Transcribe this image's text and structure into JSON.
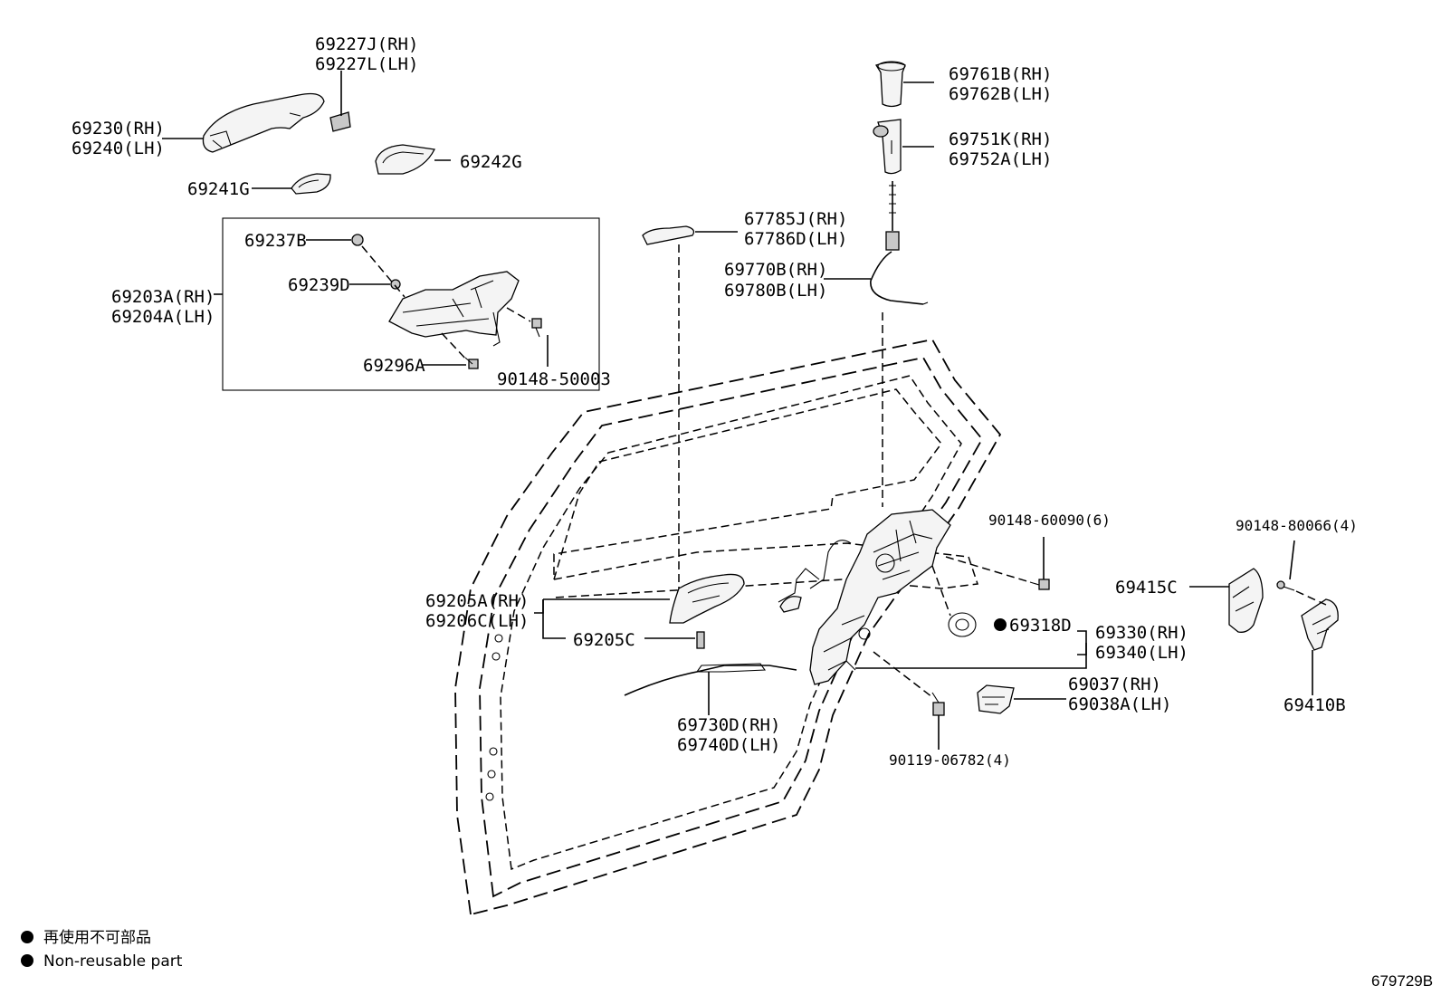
{
  "labels": {
    "p69227J": "69227J(RH)",
    "p69227L": "69227L(LH)",
    "p69230": "69230(RH)",
    "p69240": "69240(LH)",
    "p69242G": "69242G",
    "p69241G": "69241G",
    "p69237B": "69237B",
    "p69239D": "69239D",
    "p69203A": "69203A(RH)",
    "p69204A": "69204A(LH)",
    "p69296A": "69296A",
    "p90148_50003": "90148-50003",
    "p69761B": "69761B(RH)",
    "p69762B": "69762B(LH)",
    "p69751K": "69751K(RH)",
    "p69752A": "69752A(LH)",
    "p67785J": "67785J(RH)",
    "p67786D": "67786D(LH)",
    "p69770B": "69770B(RH)",
    "p69780B": "69780B(LH)",
    "p90148_60090": "90148-60090(6)",
    "p90148_80066": "90148-80066(4)",
    "p69415C": "69415C",
    "p69205A": "69205A(RH)",
    "p69206C": "69206C(LH)",
    "p69318D": "69318D",
    "p69330": "69330(RH)",
    "p69340": "69340(LH)",
    "p69205C": "69205C",
    "p69037": "69037(RH)",
    "p69038A": "69038A(LH)",
    "p69410B": "69410B",
    "p69730D": "69730D(RH)",
    "p69740D": "69740D(LH)",
    "p90119_06782": "90119-06782(4)"
  },
  "legend": {
    "japanese": "再使用不可部品",
    "english": "Non-reusable part"
  },
  "diagram_code": "679729B"
}
